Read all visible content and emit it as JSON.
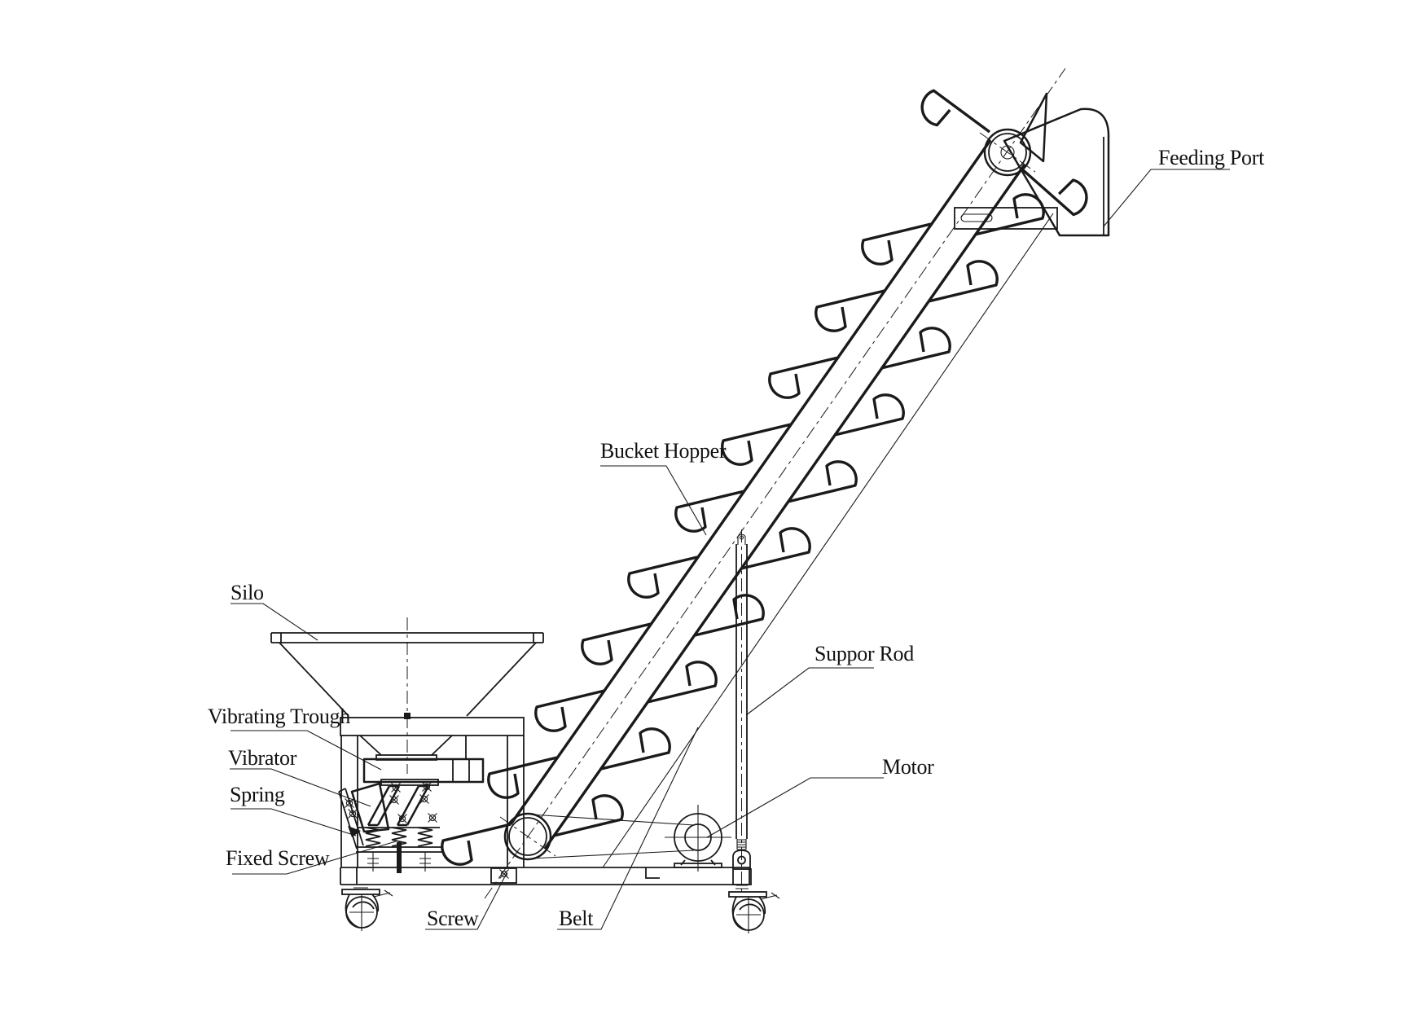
{
  "drawing": {
    "labels": {
      "feeding_port": "Feeding Port",
      "bucket_hopper": "Bucket Hopper",
      "silo": "Silo",
      "vibrating_trough": "Vibrating Trough",
      "vibrator": "Vibrator",
      "spring": "Spring",
      "fixed_screw": "Fixed Screw",
      "screw": "Screw",
      "belt": "Belt",
      "suppor_rod": "Suppor Rod",
      "motor": "Motor"
    },
    "colors": {
      "line": "#1a1a1a",
      "background": "#ffffff"
    }
  }
}
